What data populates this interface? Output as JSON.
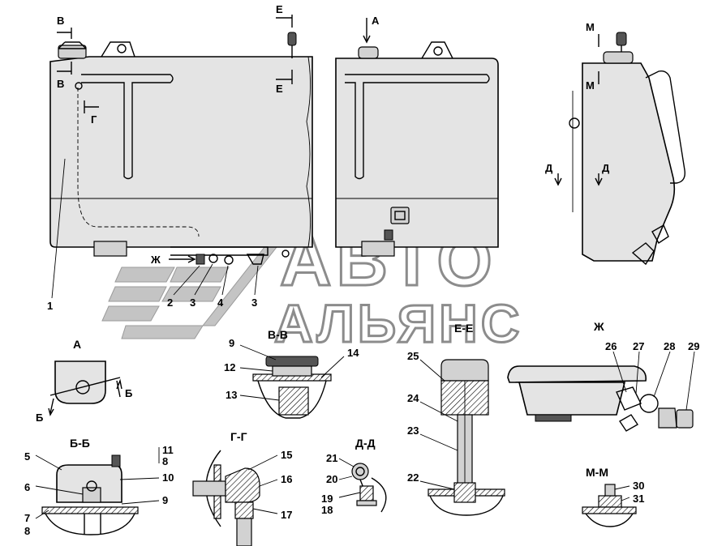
{
  "watermark": {
    "line1": "АВТО",
    "line2": "АЛЬЯНС"
  },
  "views": {
    "front": {
      "cut_b_top": "В",
      "cut_b_bottom": "В",
      "cut_e_top": "Е",
      "cut_e_bottom": "Е",
      "cut_g": "Г",
      "cut_zh": "Ж"
    },
    "side": {
      "view_a": "А"
    },
    "right": {
      "cut_m_top": "М",
      "cut_m_bottom": "М",
      "cut_d_left": "Д",
      "cut_d_right": "Д"
    }
  },
  "sections": {
    "a": "А",
    "vv": "В-В",
    "ee": "Е-Е",
    "zh": "Ж",
    "bb": "Б-Б",
    "gg": "Г-Г",
    "dd": "Д-Д",
    "mm": "М-М",
    "b_mark_left": "Б",
    "b_mark_right": "Б"
  },
  "callouts": {
    "c1": "1",
    "c2": "2",
    "c3a": "3",
    "c4": "4",
    "c3b": "3",
    "c9": "9",
    "c12": "12",
    "c13": "13",
    "c14": "14",
    "c25": "25",
    "c24": "24",
    "c23": "23",
    "c22": "22",
    "c26": "26",
    "c27": "27",
    "c28": "28",
    "c29": "29",
    "c5": "5",
    "c6": "6",
    "c7": "7",
    "c8a": "8",
    "c11": "11",
    "c8b": "8",
    "c10": "10",
    "c9b": "9",
    "c15": "15",
    "c16": "16",
    "c17": "17",
    "c21": "21",
    "c20": "20",
    "c19": "19",
    "c18": "18",
    "c30": "30",
    "c31": "31"
  }
}
